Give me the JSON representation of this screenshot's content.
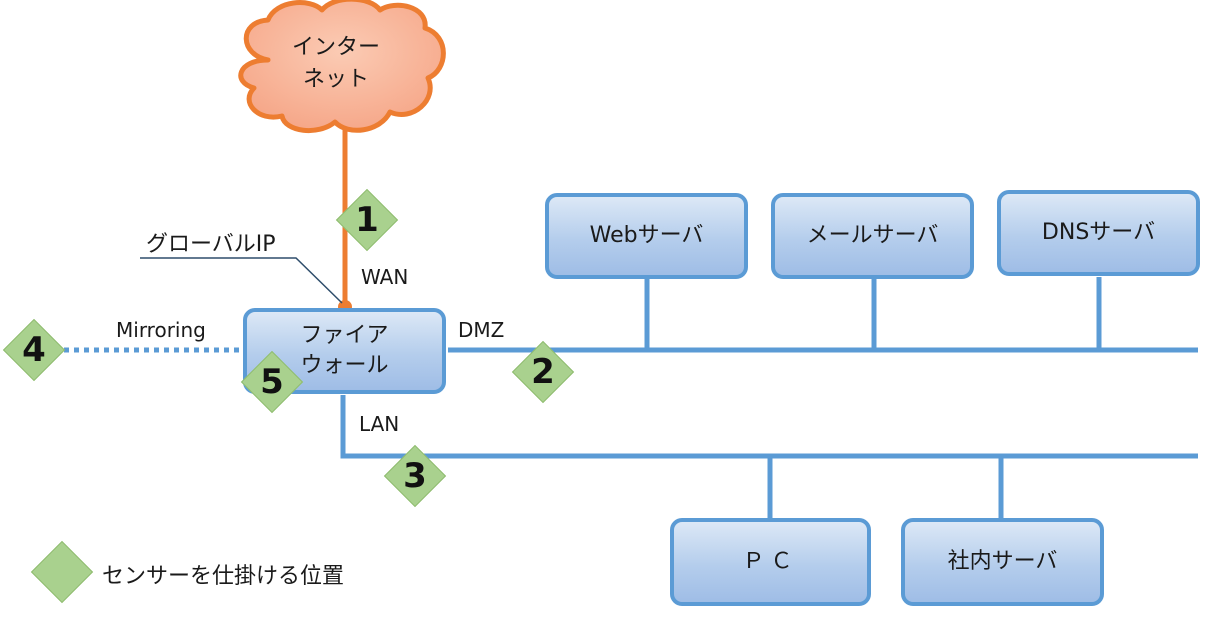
{
  "cloud": {
    "label_line1": "インター",
    "label_line2": "ネット"
  },
  "nodes": {
    "firewall_line1": "ファイア",
    "firewall_line2": "ウォール",
    "web": "Webサーバ",
    "mail": "メールサーバ",
    "dns": "DNSサーバ",
    "pc": "ＰＣ",
    "internal": "社内サーバ"
  },
  "labels": {
    "global_ip": "グローバルIP",
    "wan": "WAN",
    "dmz": "DMZ",
    "lan": "LAN",
    "mirroring": "Mirroring"
  },
  "sensors": [
    "1",
    "2",
    "3",
    "4",
    "5"
  ],
  "legend": {
    "text": "センサーを仕掛ける位置"
  },
  "colors": {
    "cloud_fill": "#f8b39a",
    "cloud_stroke": "#ed7d31",
    "box_border": "#5b9bd5",
    "line": "#5b9bd5",
    "sensor_fill": "#a9d18e"
  }
}
